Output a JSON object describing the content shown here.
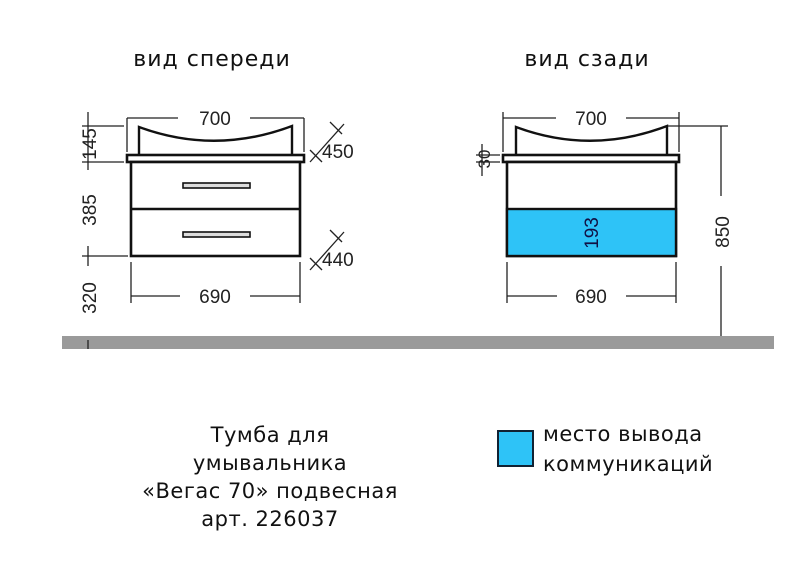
{
  "views": {
    "front": {
      "title": "вид спереди",
      "dims": {
        "sink_width": "700",
        "sink_depth": "450",
        "sink_height": "145",
        "cabinet_height": "385",
        "cabinet_depth": "440",
        "mount_height": "320",
        "cabinet_width": "690"
      }
    },
    "back": {
      "title": "вид сзади",
      "dims": {
        "sink_width": "700",
        "countertop_thickness": "30",
        "utility_zone_height": "193",
        "total_height": "850",
        "cabinet_width": "690"
      }
    }
  },
  "caption": {
    "line1": "Тумба для",
    "line2": "умывальника",
    "line3": "«Вегас 70» подвесная",
    "line4": "арт. 226037"
  },
  "legend": {
    "label_line1": "место вывода",
    "label_line2": "коммуникаций",
    "color": "#2EC3F7"
  },
  "colors": {
    "wall": "#9A9A9A",
    "utility_zone": "#2EC3F7",
    "outline": "#111111"
  }
}
